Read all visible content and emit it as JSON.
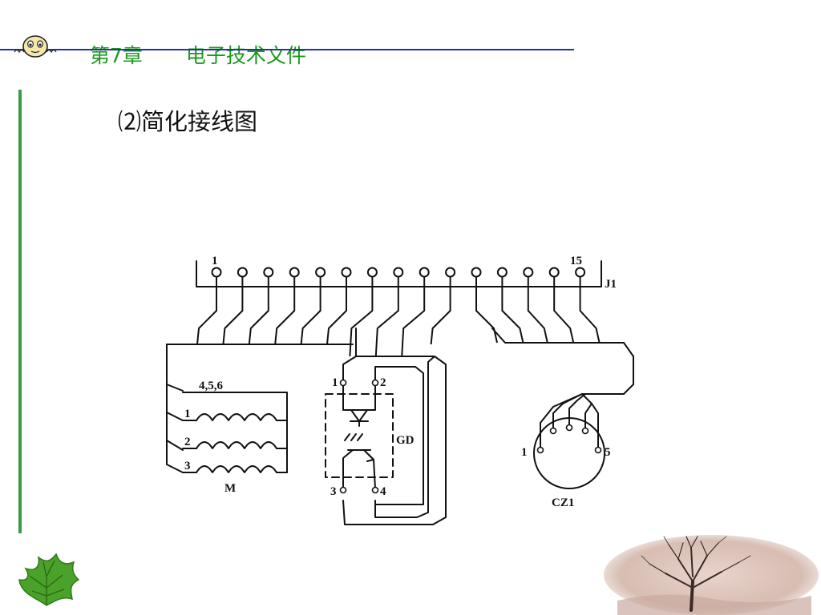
{
  "header": {
    "chapter": "第7章",
    "title": "电子技术文件"
  },
  "slide": {
    "subtitle": "⑵简化接线图"
  },
  "diagram": {
    "connector_j1": {
      "name": "J1",
      "first_pin": "1",
      "last_pin": "15"
    },
    "motor": {
      "name": "M",
      "common_label": "4,5,6",
      "winding_labels": [
        "1",
        "2",
        "3"
      ]
    },
    "optocoupler": {
      "name": "GD",
      "pin_labels": [
        "1",
        "2",
        "3",
        "4"
      ]
    },
    "socket": {
      "name": "CZ1",
      "left_pin": "1",
      "right_pin": "5"
    }
  },
  "colors": {
    "header_text": "#1a9a1a",
    "header_rule": "#2233aa",
    "side_bar": "#3a9a4a",
    "diagram_ink": "#111111"
  }
}
